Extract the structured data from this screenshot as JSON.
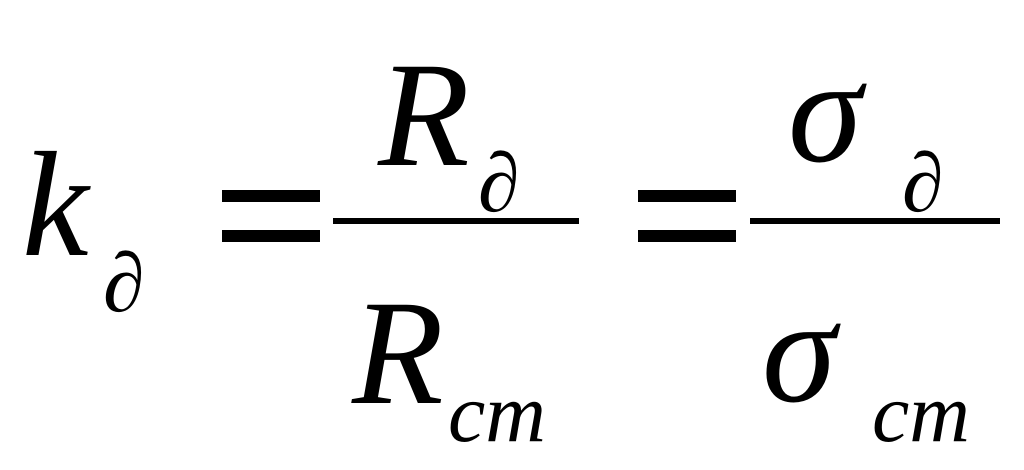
{
  "formula": {
    "lhs": {
      "base": "k",
      "sub": "∂"
    },
    "frac1": {
      "num": {
        "base": "R",
        "sub": "∂"
      },
      "den": {
        "base": "R",
        "sub": "cm"
      }
    },
    "frac2": {
      "num": {
        "base": "σ",
        "sub": "∂"
      },
      "den": {
        "base": "σ",
        "sub": "cm"
      }
    }
  }
}
